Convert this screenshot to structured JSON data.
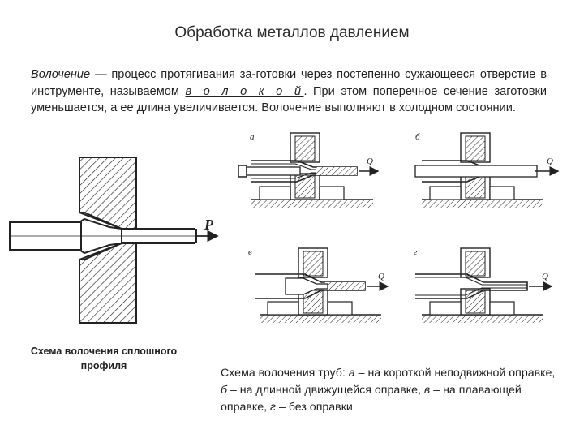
{
  "title": "Обработка металлов давлением",
  "intro": {
    "term": "Волочение",
    "part1": " — процесс протягивания за-готовки через постепенно сужающееся отверстие в инструменте, называемом ",
    "tool_word": "в о л о к о й",
    "part2": ". При этом поперечное сечение заготовки уменьшается, а ее длина увеличивается. Волочение выполняют в холодном состоянии."
  },
  "left_figure": {
    "force_label": "P",
    "caption": "Схема волочения сплошного профиля"
  },
  "right_figure": {
    "panels": [
      {
        "label": "а",
        "force": "Q"
      },
      {
        "label": "б",
        "force": "Q"
      },
      {
        "label": "в",
        "force": "Q"
      },
      {
        "label": "г",
        "force": "Q"
      }
    ],
    "caption": {
      "prefix": "Схема волочения труб: ",
      "a_letter": "а",
      "a_text": " – на короткой неподвижной оправке, ",
      "b_letter": "б",
      "b_text": " – на длинной движущейся оправке, ",
      "v_letter": "в",
      "v_text": " – на плавающей оправке, ",
      "g_letter": "г",
      "g_text": " – без оправки"
    }
  }
}
